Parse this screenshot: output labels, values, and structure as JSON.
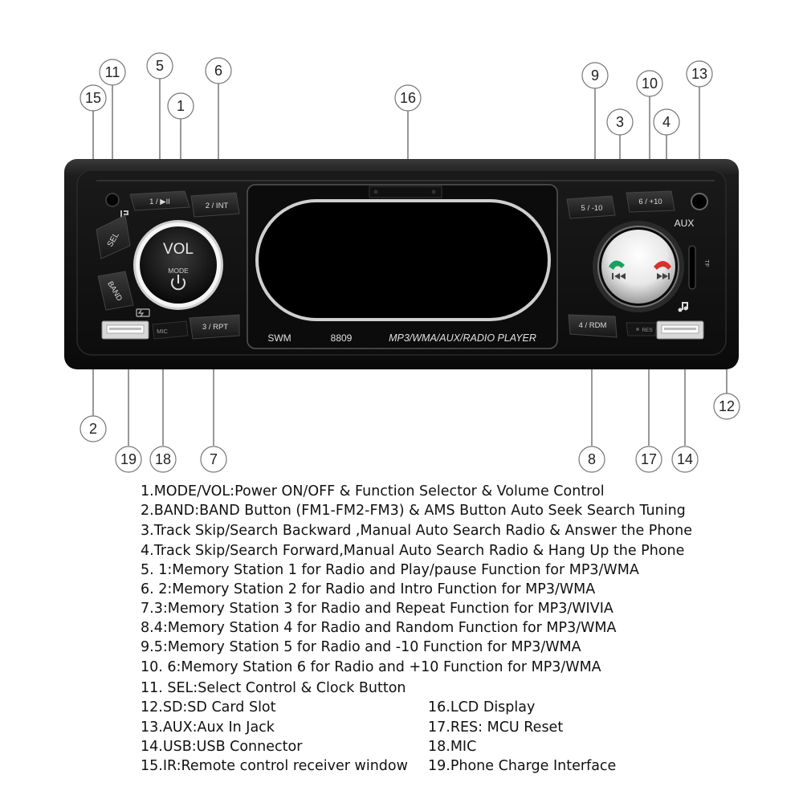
{
  "radio": {
    "labels": {
      "btn1": "1 / ▶II",
      "btn2": "2 / INT",
      "btn3": "3 / RPT",
      "btn4": "4 / RDM",
      "btn5": "5 / -10",
      "btn6": "6 / +10",
      "sel": "SEL",
      "band": "BAND",
      "vol": "VOL",
      "mode": "MODE",
      "aux": "AUX",
      "tf": "TF",
      "mic": "MIC",
      "res": "RES",
      "brand": "SWM",
      "model": "8809",
      "player": "MP3/WMA/AUX/RADIO PLAYER"
    }
  },
  "callouts": [
    "1",
    "2",
    "3",
    "4",
    "5",
    "6",
    "7",
    "8",
    "9",
    "10",
    "11",
    "12",
    "13",
    "14",
    "15",
    "16",
    "17",
    "18",
    "19"
  ],
  "legend": {
    "full": [
      "1.MODE/VOL:Power ON/OFF & Function Selector & Volume Control",
      "2.BAND:BAND Button (FM1-FM2-FM3) & AMS Button Auto Seek Search Tuning",
      "3.Track Skip/Search Backward ,Manual Auto Search Radio & Answer the Phone",
      "4.Track Skip/Search Forward,Manual Auto Search Radio & Hang Up the Phone",
      "5. 1:Memory Station 1 for Radio and Play/pause Function for MP3/WMA",
      "6. 2:Memory Station 2 for Radio and Intro Function for MP3/WMA",
      "7.3:Memory Station 3 for Radio and Repeat Function for MP3/WIVIA",
      "8.4:Memory Station 4 for Radio and Random Function for MP3/WMA",
      "9.5:Memory Station 5 for Radio and -10 Function for MP3/WMA",
      "10. 6:Memory Station 6 for Radio and +10 Function for MP3/WMA",
      "11. SEL:Select Control & Clock Button"
    ],
    "left": [
      "12.SD:SD Card Slot",
      "13.AUX:Aux In Jack",
      "14.USB:USB Connector",
      "15.IR:Remote control receiver window"
    ],
    "right": [
      "16.LCD Display",
      "17.RES: MCU Reset",
      "18.MIC",
      "19.Phone Charge Interface"
    ]
  }
}
